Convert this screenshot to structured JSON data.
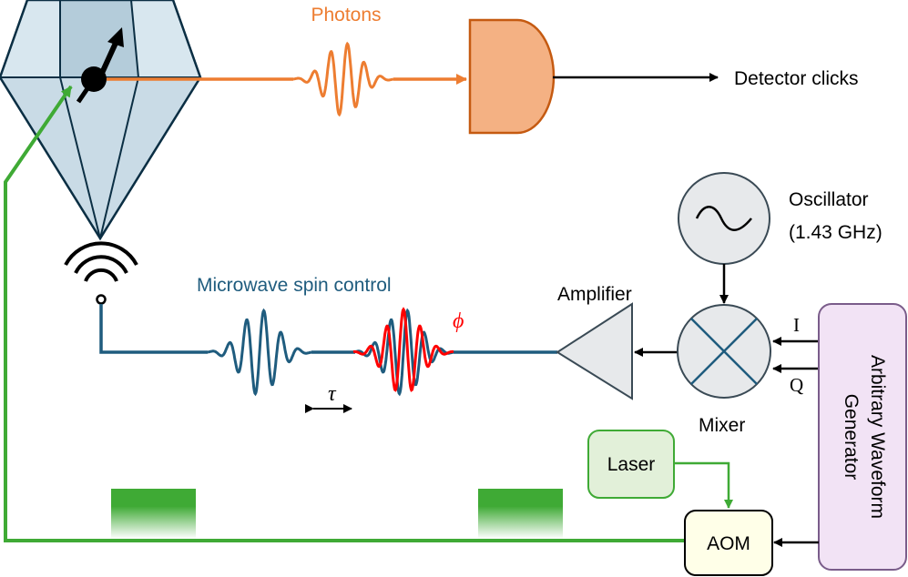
{
  "labels": {
    "photons": "Photons",
    "detector_clicks": "Detector clicks",
    "oscillator": "Oscillator",
    "oscillator_freq": "(1.43 GHz)",
    "microwave": "Microwave spin control",
    "amplifier": "Amplifier",
    "mixer": "Mixer",
    "i": "I",
    "q": "Q",
    "phi": "ϕ",
    "tau": "τ",
    "laser": "Laser",
    "aom": "AOM",
    "awg_line1": "Arbitrary Waveform",
    "awg_line2": "Generator"
  },
  "colors": {
    "photons": "#ED7D31",
    "detector_fill": "#F4B183",
    "microwave": "#1F5C7E",
    "phase_pulse": "#FF0000",
    "laser_green": "#3FAA35",
    "laser_box_fill": "#E2F0D9",
    "aom_fill": "#FFFFE8",
    "awg_fill": "#F2E3F5",
    "awg_stroke": "#7A5C8A",
    "diamond_fill": "#C9DBE6",
    "component_gray": "#E7E9EB"
  },
  "icons": {
    "spin": "spin-arrow-icon",
    "antenna": "antenna-signal-icon",
    "oscillator": "sine-wave-icon"
  }
}
